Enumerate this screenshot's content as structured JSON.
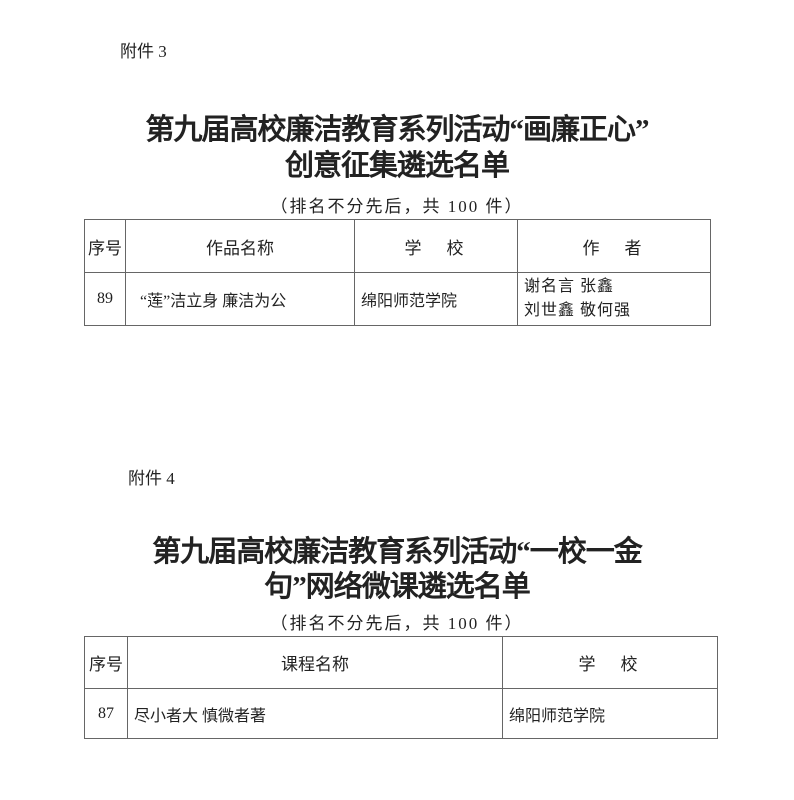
{
  "attachment3": {
    "label": "附件 3",
    "title_line1": "第九届高校廉洁教育系列活动“画廉正心”",
    "title_line2": "创意征集遴选名单",
    "subtitle": "（排名不分先后，共 100 件）",
    "columns": [
      "序号",
      "作品名称",
      "学　校",
      "作　者"
    ],
    "rows": [
      {
        "no": "89",
        "name": "“莲”洁立身 廉洁为公",
        "school": "绵阳师范学院",
        "authors_line1": "谢名言 张鑫",
        "authors_line2": "刘世鑫 敬何强"
      }
    ]
  },
  "attachment4": {
    "label": "附件 4",
    "title_line1": "第九届高校廉洁教育系列活动“一校一金",
    "title_line2": "句”网络微课遴选名单",
    "subtitle": "（排名不分先后，共 100 件）",
    "columns": [
      "序号",
      "课程名称",
      "学　校"
    ],
    "rows": [
      {
        "no": "87",
        "name": "尽小者大 慎微者著",
        "school": "绵阳师范学院"
      }
    ]
  }
}
